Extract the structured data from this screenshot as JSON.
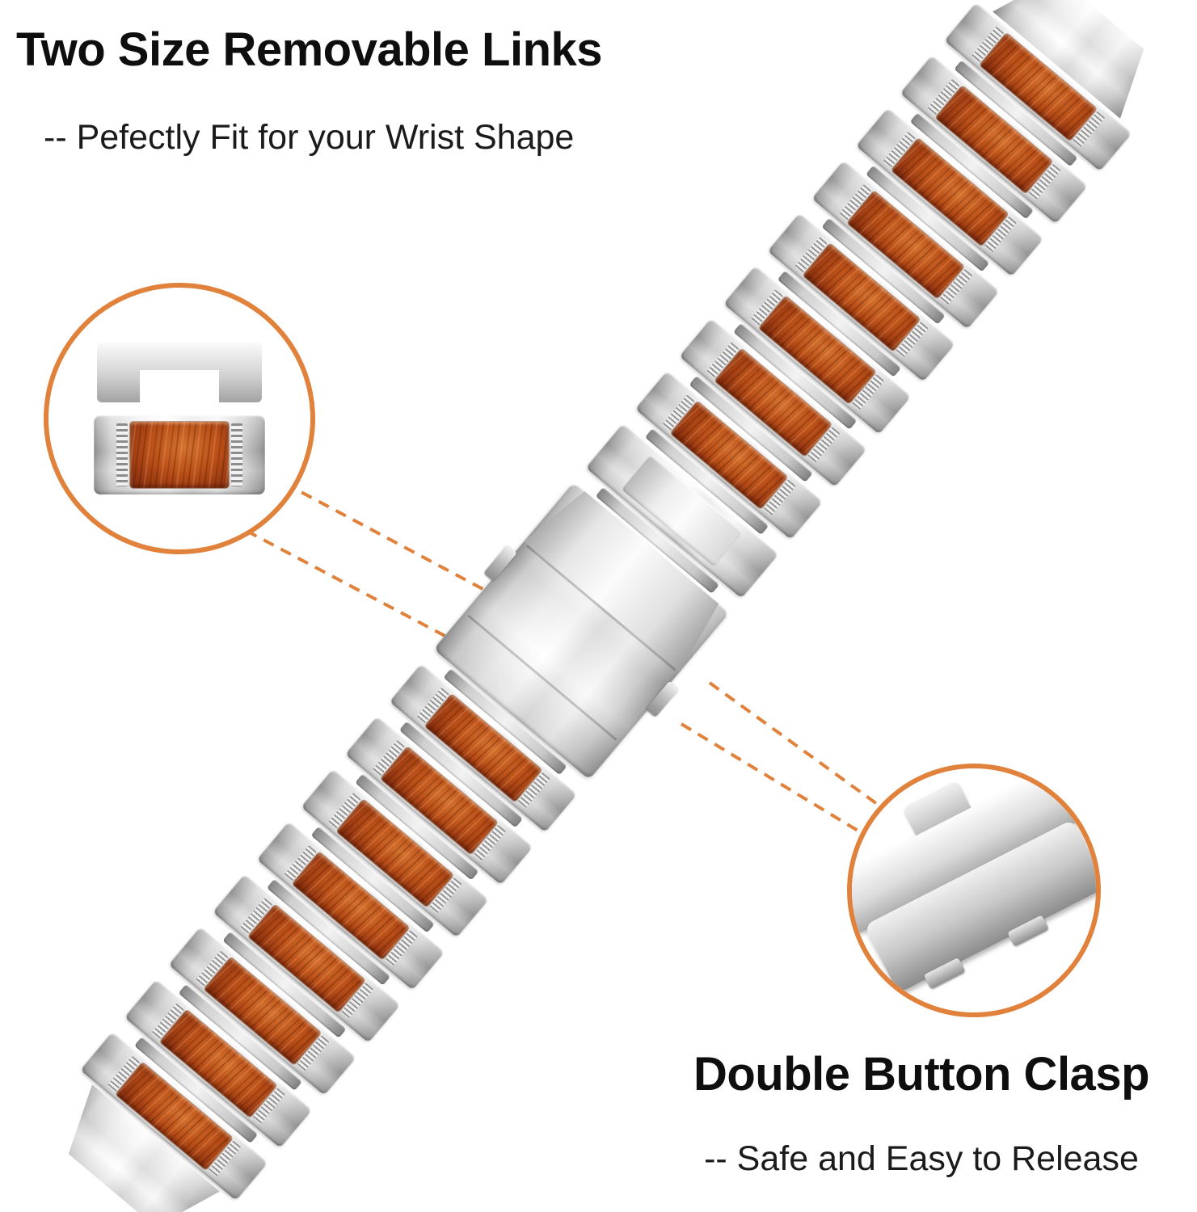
{
  "annotations": {
    "top": {
      "title": "Two Size Removable Links",
      "subtitle": "-- Pefectly Fit for your Wrist Shape"
    },
    "bottom": {
      "title": "Double Button Clasp",
      "subtitle": "-- Safe and Easy to Release"
    }
  },
  "band": {
    "upper_links": 8,
    "lower_links": 8
  },
  "colors": {
    "accent": "#E0813C",
    "text": "#0E0E0E",
    "wood": "#A84414",
    "background": "#FFFFFF"
  }
}
